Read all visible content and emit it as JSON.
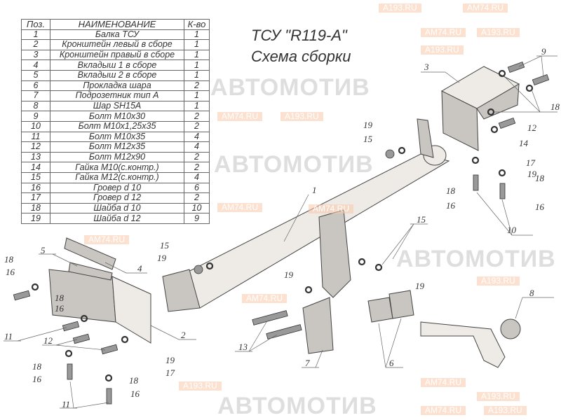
{
  "title": "ТСУ \"R119-A\"",
  "subtitle": "Схема сборки",
  "watermarks": {
    "logo": "АВТОМОТИВ",
    "site1": "AM74.RU",
    "site2": "A193.RU"
  },
  "table": {
    "headers": [
      "Поз.",
      "НАИМЕНОВАНИЕ",
      "К-во"
    ],
    "rows": [
      [
        "1",
        "Балка ТСУ",
        "1"
      ],
      [
        "2",
        "Кронштейн левый в сборе",
        "1"
      ],
      [
        "3",
        "Кронштейн правый в сборе",
        "1"
      ],
      [
        "4",
        "Вкладыш 1 в сборе",
        "1"
      ],
      [
        "5",
        "Вкладыш 2 в сборе",
        "1"
      ],
      [
        "6",
        "Прокладка шара",
        "2"
      ],
      [
        "7",
        "Подрозетник тип А",
        "1"
      ],
      [
        "8",
        "Шар SH15A",
        "1"
      ],
      [
        "9",
        "Болт М10х30",
        "2"
      ],
      [
        "10",
        "Болт М10х1,25х35",
        "2"
      ],
      [
        "11",
        "Болт М10х35",
        "4"
      ],
      [
        "12",
        "Болт М12х35",
        "4"
      ],
      [
        "13",
        "Болт М12х90",
        "2"
      ],
      [
        "14",
        "Гайка М10(с.контр.)",
        "2"
      ],
      [
        "15",
        "Гайка М12(с.контр.)",
        "4"
      ],
      [
        "16",
        "Гровер d 10",
        "6"
      ],
      [
        "17",
        "Гровер d 12",
        "2"
      ],
      [
        "18",
        "Шайба d 10",
        "10"
      ],
      [
        "19",
        "Шайба d 12",
        "9"
      ]
    ]
  },
  "callouts": [
    "9",
    "3",
    "18",
    "12",
    "14",
    "17",
    "19",
    "18",
    "16",
    "10",
    "18",
    "16",
    "19",
    "15",
    "1",
    "15",
    "19",
    "8",
    "6",
    "7",
    "13",
    "19",
    "15",
    "19",
    "4",
    "5",
    "2",
    "18",
    "16",
    "18",
    "16",
    "11",
    "12",
    "19",
    "17",
    "18",
    "16",
    "11",
    "18",
    "16"
  ]
}
